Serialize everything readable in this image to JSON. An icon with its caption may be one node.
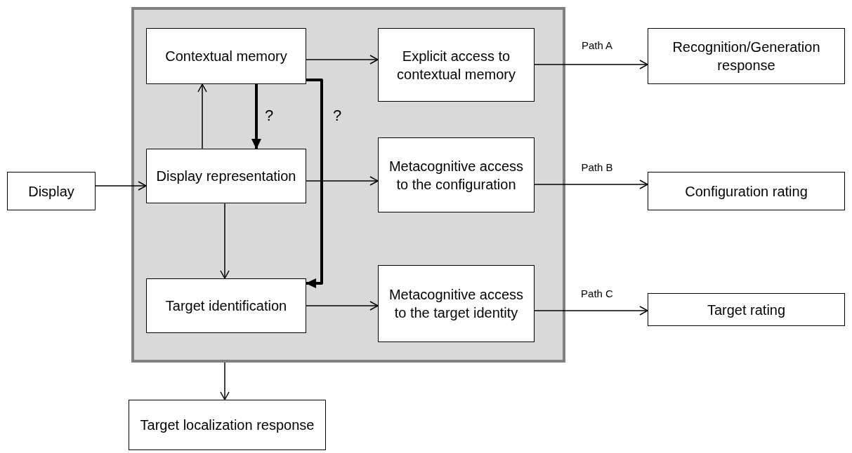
{
  "diagram": {
    "nodes": [
      {
        "text": [],
        "shape": "box"
      },
      {
        "text": [
          "Contextual memory"
        ],
        "in": 0
      },
      {
        "text": [
          "Explicit access to contextual memory"
        ],
        "in": 0
      },
      {
        "text": [
          "Display representation"
        ],
        "in": 0
      },
      {
        "text": [
          "Metacognitive access to the configuration"
        ],
        "in": 0
      },
      {
        "text": [
          "Target identification"
        ],
        "in": 0
      },
      {
        "text": [
          "Metacognitive access to the target identity"
        ],
        "in": 0
      },
      {
        "text": [
          "Display"
        ]
      },
      {
        "text": [
          "Recognition/Generation response"
        ]
      },
      {
        "text": [
          "Configuration rating"
        ]
      },
      {
        "text": [
          "Target rating"
        ]
      },
      {
        "text": [
          "Target localization response"
        ]
      }
    ],
    "edges": [
      {
        "from": 1,
        "to": 2,
        "arrow": "to"
      },
      {
        "from": 2,
        "to": 8,
        "arrow": "to",
        "label": "Path A"
      },
      {
        "from": 3,
        "to": 1,
        "arrow": "to"
      },
      {
        "from": 1,
        "to": 3,
        "arrow": "to",
        "style": "thick",
        "label": "?"
      },
      {
        "from": 1,
        "to": 5,
        "arrow": "to",
        "style": "thick",
        "label": "?"
      },
      {
        "from": 7,
        "to": 3,
        "arrow": "to"
      },
      {
        "from": 3,
        "to": 4,
        "arrow": "to"
      },
      {
        "from": 4,
        "to": 9,
        "arrow": "to",
        "label": "Path B"
      },
      {
        "from": 3,
        "to": 5,
        "arrow": "to"
      },
      {
        "from": 5,
        "to": 6,
        "arrow": "to"
      },
      {
        "from": 6,
        "to": 10,
        "arrow": "to",
        "label": "Path C"
      },
      {
        "from": 0,
        "to": 11,
        "arrow": "to"
      }
    ]
  }
}
